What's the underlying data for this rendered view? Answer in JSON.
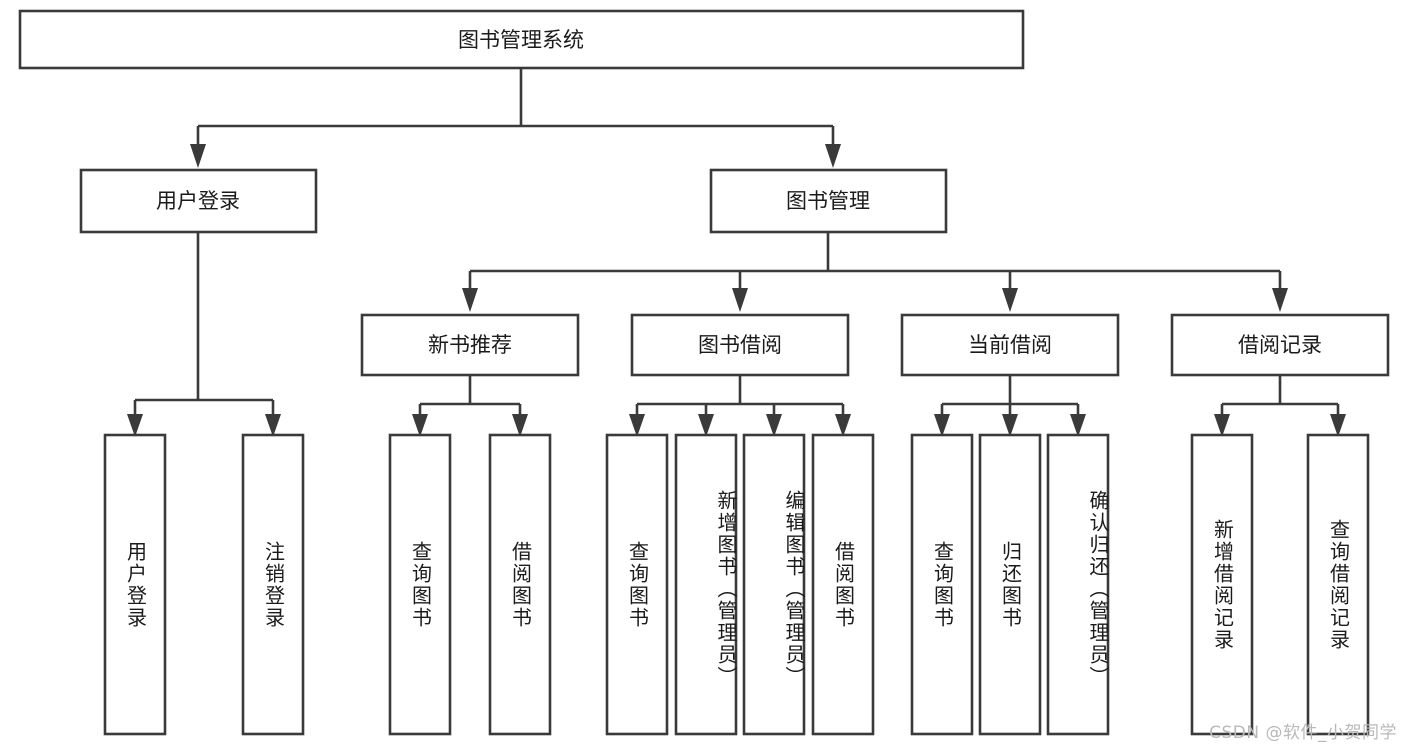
{
  "diagram": {
    "title": "图书管理系统",
    "type": "tree-hierarchy",
    "watermark": "CSDN @软件_小贺同学",
    "root": {
      "label": "图书管理系统",
      "orientation": "horizontal"
    },
    "level1": [
      {
        "id": "user-login",
        "label": "用户登录",
        "orientation": "horizontal"
      },
      {
        "id": "book-manage",
        "label": "图书管理",
        "orientation": "horizontal"
      }
    ],
    "level2": [
      {
        "id": "new-book-recommend",
        "label": "新书推荐",
        "orientation": "horizontal",
        "parent": "book-manage"
      },
      {
        "id": "book-borrow",
        "label": "图书借阅",
        "orientation": "horizontal",
        "parent": "book-manage"
      },
      {
        "id": "current-borrow",
        "label": "当前借阅",
        "orientation": "horizontal",
        "parent": "book-manage"
      },
      {
        "id": "borrow-record",
        "label": "借阅记录",
        "orientation": "horizontal",
        "parent": "book-manage"
      }
    ],
    "leaves": {
      "user-login": [
        {
          "id": "leaf-user-login",
          "label": "用户登录",
          "orientation": "vertical"
        },
        {
          "id": "leaf-logout-login",
          "label": "注销登录",
          "orientation": "vertical"
        }
      ],
      "new-book-recommend": [
        {
          "id": "leaf-query-book-1",
          "label": "查询图书",
          "orientation": "vertical"
        },
        {
          "id": "leaf-borrow-book-1",
          "label": "借阅图书",
          "orientation": "vertical"
        }
      ],
      "book-borrow": [
        {
          "id": "leaf-query-book-2",
          "label": "查询图书",
          "orientation": "vertical"
        },
        {
          "id": "leaf-add-book",
          "label": "新增图书（管理员）",
          "orientation": "vertical"
        },
        {
          "id": "leaf-edit-book",
          "label": "编辑图书（管理员）",
          "orientation": "vertical"
        },
        {
          "id": "leaf-borrow-book-2",
          "label": "借阅图书",
          "orientation": "vertical"
        }
      ],
      "current-borrow": [
        {
          "id": "leaf-query-book-3",
          "label": "查询图书",
          "orientation": "vertical"
        },
        {
          "id": "leaf-return-book",
          "label": "归还图书",
          "orientation": "vertical"
        },
        {
          "id": "leaf-confirm-return",
          "label": "确认归还（管理员）",
          "orientation": "vertical"
        }
      ],
      "borrow-record": [
        {
          "id": "leaf-add-record",
          "label": "新增借阅记录",
          "orientation": "vertical"
        },
        {
          "id": "leaf-query-record",
          "label": "查询借阅记录",
          "orientation": "vertical"
        }
      ]
    },
    "colors": {
      "stroke": "#3a3a3a",
      "fill": "#ffffff",
      "text": "#1b1b1b",
      "watermark": "#b9b9b9",
      "background": "#ffffff"
    }
  }
}
